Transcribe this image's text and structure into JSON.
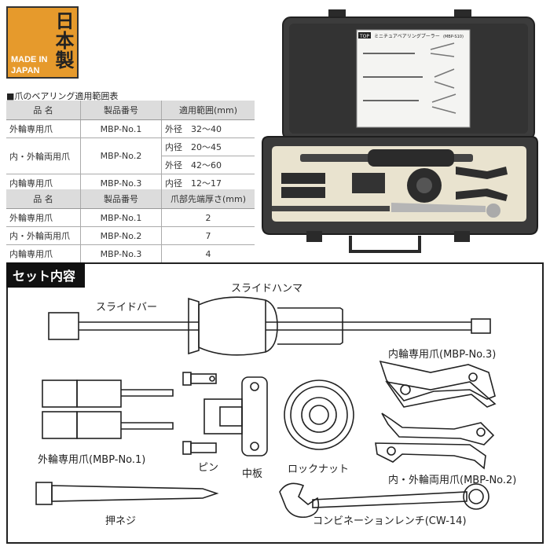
{
  "badge": {
    "kanji": "日本製",
    "line1": "MADE IN",
    "line2": "JAPAN"
  },
  "section_title": "■爪のベアリング適用範囲表",
  "table1": {
    "headers": [
      "品 名",
      "製品番号",
      "適用範囲(mm)"
    ],
    "rows": [
      {
        "name": "外輪専用爪",
        "code": "MBP-No.1",
        "range": "外径　32～40"
      },
      {
        "name": "内・外輪両用爪",
        "code": "MBP-No.2",
        "range": "内径　20～45",
        "range2": "外径　42～60"
      },
      {
        "name": "内輪専用爪",
        "code": "MBP-No.3",
        "range": "内径　12～17"
      }
    ]
  },
  "table2": {
    "headers": [
      "品 名",
      "製品番号",
      "爪部先端厚さ(mm)"
    ],
    "rows": [
      {
        "name": "外輪専用爪",
        "code": "MBP-No.1",
        "value": "2"
      },
      {
        "name": "内・外輪両用爪",
        "code": "MBP-No.2",
        "value": "7"
      },
      {
        "name": "内輪専用爪",
        "code": "MBP-No.3",
        "value": "4"
      }
    ]
  },
  "case_label": {
    "brand": "TOP",
    "title": "ミニチュアベアリングプーラー",
    "model": "(MBP-S10)"
  },
  "set": {
    "title": "セット内容",
    "labels": {
      "slide_bar": "スライドバー",
      "slide_hammer": "スライドハンマ",
      "inner_claw": "内輪専用爪(MBP-No.3)",
      "outer_claw": "外輪専用爪(MBP-No.1)",
      "pin": "ピン",
      "middle_plate": "中板",
      "lock_nut": "ロックナット",
      "dual_claw": "内・外輪両用爪(MBP-No.2)",
      "push_screw": "押ネジ",
      "wrench": "コンビネーションレンチ(CW-14)"
    }
  },
  "colors": {
    "badge": "#e69a2c",
    "case": "#3a3a3a",
    "tray": "#e9e3cf"
  }
}
